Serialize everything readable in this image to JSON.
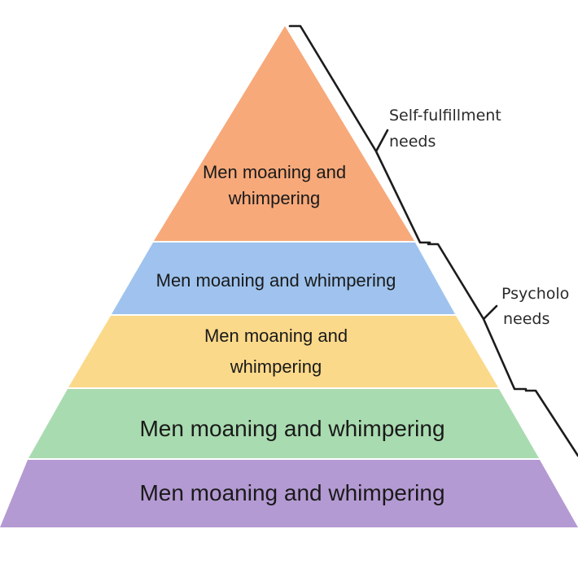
{
  "pyramid": {
    "tiers": [
      {
        "lines": [
          "Men moaning and",
          "whimpering"
        ],
        "color": "#f7a97a"
      },
      {
        "lines": [
          "Men moaning and whimpering"
        ],
        "color": "#9fc3ee"
      },
      {
        "lines": [
          "Men moaning and",
          "whimpering"
        ],
        "color": "#fbd98a"
      },
      {
        "lines": [
          "Men moaning and whimpering"
        ],
        "color": "#a9dbb0"
      },
      {
        "lines": [
          "Men moaning and whimpering"
        ],
        "color": "#b49ad3"
      }
    ]
  },
  "side_labels": [
    {
      "lines": [
        "Self-fulfillment",
        "needs"
      ]
    },
    {
      "lines": [
        "Psycholo",
        "needs"
      ]
    }
  ]
}
